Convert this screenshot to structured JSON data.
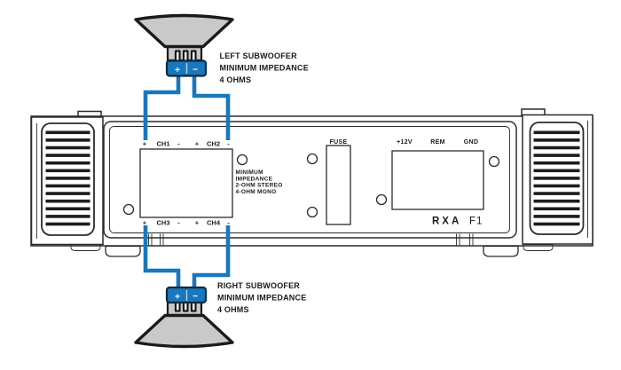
{
  "colors": {
    "wire_blue": "#1878be",
    "terminal_fill": "#1878be",
    "terminal_outline": "#10293f",
    "terminal_divider": "#bcd8ee",
    "speaker_gray": "#c9c9c9",
    "ink": "#1a1a1a"
  },
  "left_subwoofer": {
    "label": [
      "LEFT SUBWOOFER",
      "MINIMUM IMPEDANCE",
      "4 OHMS"
    ],
    "terminal_plus": "+",
    "terminal_minus": "−"
  },
  "right_subwoofer": {
    "label": [
      "RIGHT SUBWOOFER",
      "MINIMUM IMPEDANCE",
      "4 OHMS"
    ],
    "terminal_plus": "+",
    "terminal_minus": "−"
  },
  "amplifier": {
    "brand": "RXA",
    "model": "F1",
    "fuse_label": "FUSE",
    "power_labels": [
      "+12V",
      "REM",
      "GND"
    ],
    "impedance_note": [
      "MINIMUM",
      "IMPEDANCE",
      "2-OHM STEREO",
      "4-OHM MONO"
    ],
    "top_channel_row": [
      "+",
      "CH1",
      "-",
      "+",
      "CH2",
      "-"
    ],
    "bottom_channel_row": [
      "+",
      "CH3",
      "-",
      "+",
      "CH4",
      "-"
    ]
  }
}
